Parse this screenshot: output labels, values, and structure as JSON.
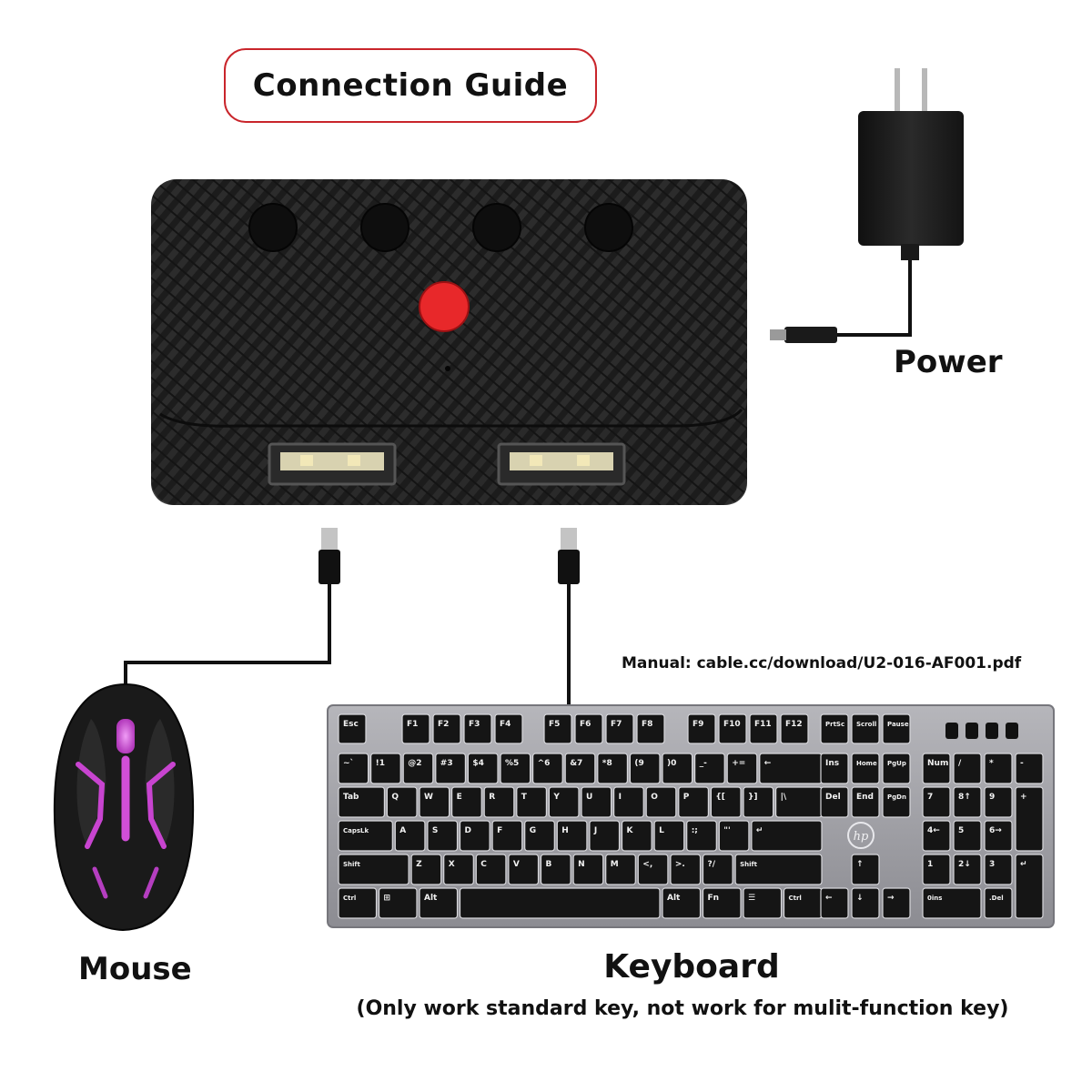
{
  "title": "Connection Guide",
  "labels": {
    "power": "Power",
    "mouse": "Mouse",
    "keyboard": "Keyboard",
    "keyboard_note": "(Only work standard key, not work for mulit-function key)"
  },
  "manual": "Manual: cable.cc/download/U2-016-AF001.pdf",
  "keyboard_brand": "hp",
  "keyboard_keys": {
    "fn_row": [
      "Esc",
      "F1",
      "F2",
      "F3",
      "F4",
      "F5",
      "F6",
      "F7",
      "F8",
      "F9",
      "F10",
      "F11",
      "F12",
      "PrtSc",
      "Scroll",
      "Pause"
    ],
    "row1": [
      "~`",
      "!1",
      "@2",
      "#3",
      "$4",
      "%5",
      "^6",
      "&7",
      "*8",
      "(9",
      ")0",
      "_-",
      "+=",
      "←"
    ],
    "row2": [
      "Tab",
      "Q",
      "W",
      "E",
      "R",
      "T",
      "Y",
      "U",
      "I",
      "O",
      "P",
      "{[",
      "}]",
      "|\\"
    ],
    "row3": [
      "CapsLk",
      "A",
      "S",
      "D",
      "F",
      "G",
      "H",
      "J",
      "K",
      "L",
      ":;",
      "\"'",
      "↵"
    ],
    "row4": [
      "Shift",
      "Z",
      "X",
      "C",
      "V",
      "B",
      "N",
      "M",
      "<,",
      ">.",
      "?/",
      "Shift"
    ],
    "row5": [
      "Ctrl",
      "⊞",
      "Alt",
      "",
      "Alt",
      "Fn",
      "☰",
      "Ctrl"
    ],
    "nav_top": [
      "Ins",
      "Home",
      "PgUp",
      "Del",
      "End",
      "PgDn"
    ],
    "arrows": [
      "↑",
      "←",
      "↓",
      "→"
    ],
    "numpad": [
      "Num",
      "/",
      "*",
      "-",
      "7",
      "8↑",
      "9",
      "+",
      "4←",
      "5",
      "6→",
      "1",
      "2↓",
      "3",
      "↵",
      "0ins",
      ".Del"
    ]
  },
  "colors": {
    "title_border": "#c9252b",
    "red_button": "#e8282a",
    "hub_body": "#1e1e1e",
    "keyboard_frame": "#9a9aa0",
    "mouse_glow": "#d14fd8"
  },
  "icons": {
    "hub": "usb-kvm-switch",
    "adapter": "power-adapter-icon",
    "mouse": "gaming-mouse-icon",
    "keyboard": "keyboard-icon"
  }
}
